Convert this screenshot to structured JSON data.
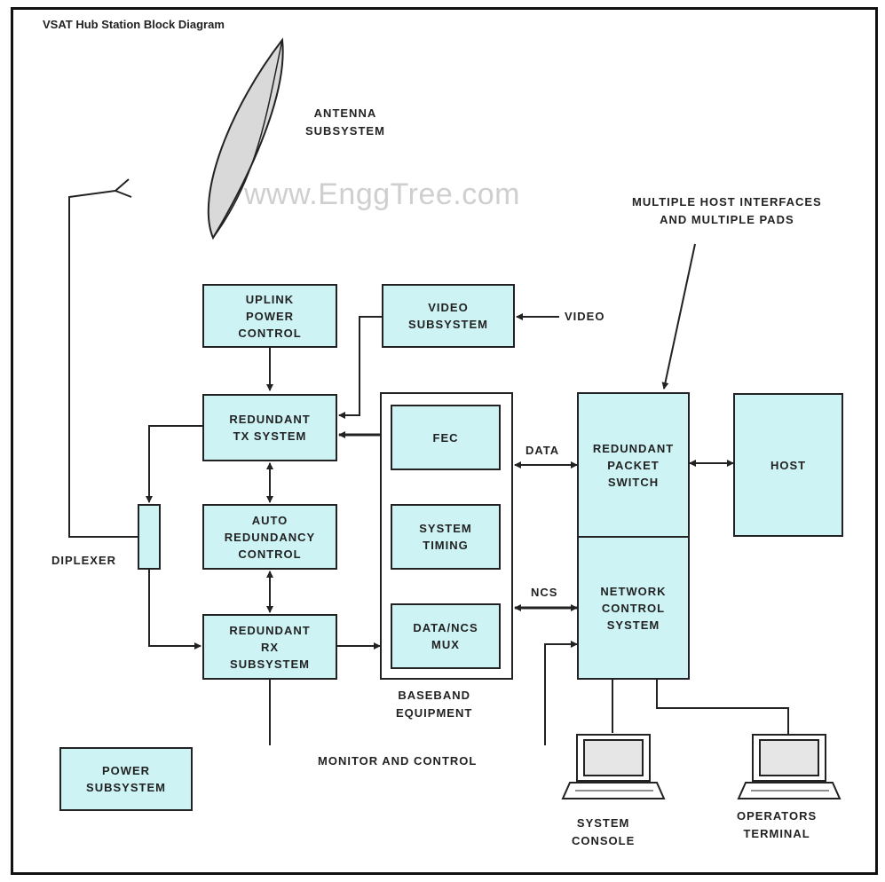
{
  "title": "VSAT Hub Station Block Diagram",
  "watermark": "www.EnggTree.com",
  "labels": {
    "antenna": "ANTENNA\nSUBSYSTEM",
    "multiple_host": "MULTIPLE HOST INTERFACES\nAND MULTIPLE PADS",
    "video": "VIDEO",
    "data": "DATA",
    "ncs": "NCS",
    "diplexer": "DIPLEXER",
    "baseband": "BASEBAND\nEQUIPMENT",
    "monitor": "MONITOR AND CONTROL",
    "system_console": "SYSTEM\nCONSOLE",
    "operators_terminal": "OPERATORS\nTERMINAL"
  },
  "blocks": {
    "uplink": "UPLINK\nPOWER\nCONTROL",
    "video_subsystem": "VIDEO\nSUBSYSTEM",
    "tx": "REDUNDANT\nTX SYSTEM",
    "auto": "AUTO\nREDUNDANCY\nCONTROL",
    "rx": "REDUNDANT\nRX\nSUBSYSTEM",
    "fec": "FEC",
    "timing": "SYSTEM\nTIMING",
    "mux": "DATA/NCS\nMUX",
    "packet_switch": "REDUNDANT\nPACKET\nSWITCH",
    "ncs_block": "NETWORK\nCONTROL\nSYSTEM",
    "host": "HOST",
    "power": "POWER\nSUBSYSTEM"
  },
  "colors": {
    "block_fill": "#cdf3f5",
    "line": "#222222"
  },
  "icons": [
    "antenna-dish-icon",
    "computer-terminal-icon"
  ]
}
